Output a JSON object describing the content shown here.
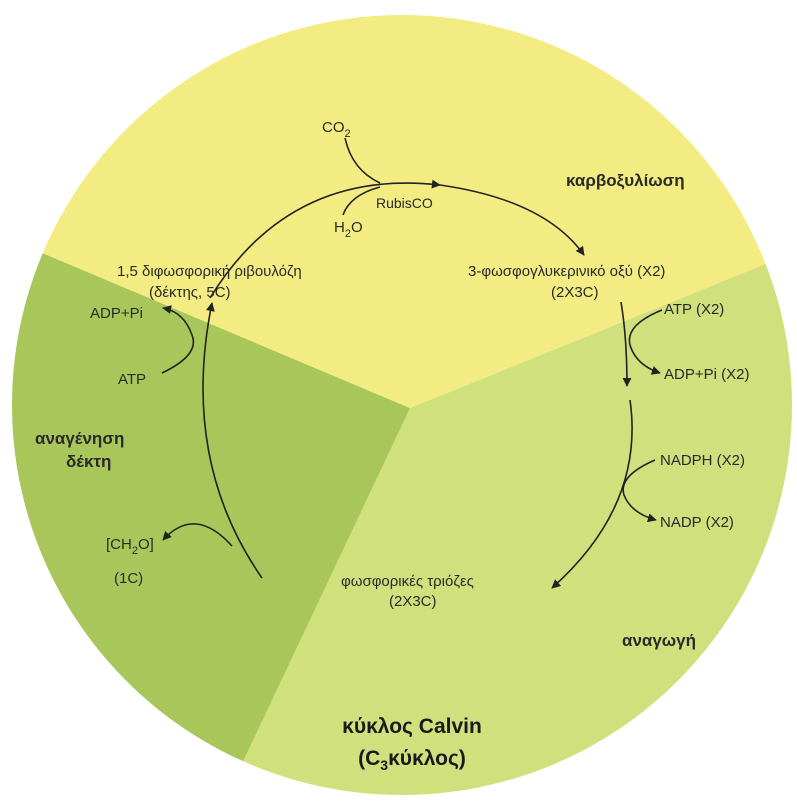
{
  "sectors": {
    "carboxylation": {
      "label": "καρβοξυλίωση",
      "color": "#f2ec82"
    },
    "reduction": {
      "label": "αναγωγή",
      "color": "#cfe07d"
    },
    "regeneration": {
      "label_line1": "αναγένηση",
      "label_line2": "δέκτη",
      "color": "#a9c65a"
    }
  },
  "molecules": {
    "co2_main": "CO",
    "co2_sub": "2",
    "rubisco": "RubisCO",
    "h2o_main": "H",
    "h2o_sub": "2",
    "h2o_end": "O",
    "rubp_line1": "1,5 διφωσφορική ριβουλόζη",
    "rubp_line2": "(δέκτης, 5C)",
    "pga_line1": "3-φωσφογλυκερινικό οξύ (X2)",
    "pga_line2": "(2X3C)",
    "atp_x2": "ATP (X2)",
    "adp_x2": "ADP+Pi (X2)",
    "nadph_x2": "NADPH (X2)",
    "nadp_x2": "NADP (X2)",
    "triose_line1": "φωσφορικές τριόζες",
    "triose_line2": "(2X3C)",
    "adp_pi": "ADP+Pi",
    "atp": "ATP",
    "ch2o_open": "[CH",
    "ch2o_sub": "2",
    "ch2o_close": "O]",
    "one_c": "(1C)"
  },
  "title": {
    "line1": "κύκλος Calvin",
    "line2_open": "(C",
    "line2_sub": "3",
    "line2_rest": "κύκλος)"
  }
}
